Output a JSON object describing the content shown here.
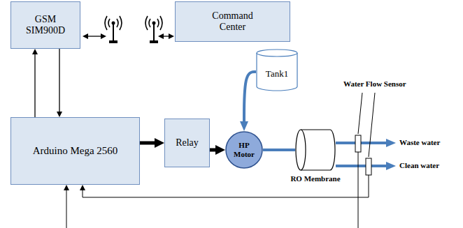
{
  "diagram": {
    "nodes": [
      {
        "text": [
          "GSM SIM900D"
        ]
      },
      {
        "text": [
          "Command Center"
        ]
      },
      {
        "text": [
          "Tank1"
        ]
      },
      {
        "text": [
          "Arduino Mega 2560"
        ]
      },
      {
        "text": [
          "Relay"
        ]
      },
      {
        "text": [
          "HP Motor"
        ]
      },
      {
        "text": [
          "RO Membrane"
        ]
      }
    ],
    "edges": [
      {
        "from": 3,
        "to": 0,
        "arrow": "to"
      },
      {
        "from": 0,
        "to": 3,
        "arrow": "to"
      },
      {
        "from": 3,
        "to": 4,
        "arrow": "to"
      },
      {
        "from": 4,
        "to": 5,
        "arrow": "to"
      },
      {
        "from": 2,
        "to": 5,
        "arrow": "to"
      },
      {
        "from": 5,
        "to": 6,
        "arrow": "none"
      }
    ],
    "labels": [
      "Water Flow Sensor",
      "Waste water",
      "Clean water"
    ]
  }
}
